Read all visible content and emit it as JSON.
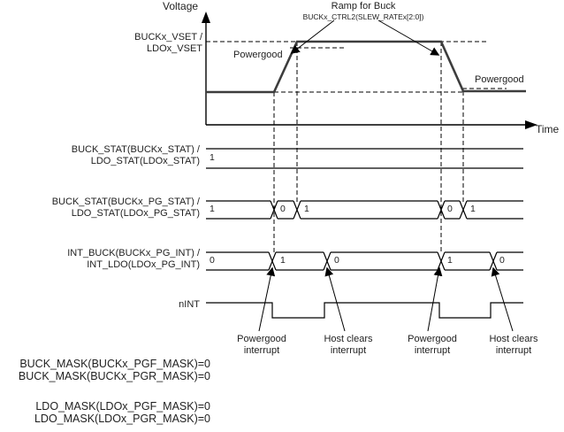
{
  "axes": {
    "y_label": "Voltage",
    "x_label": "Time"
  },
  "waveform": {
    "vset_label": [
      "BUCKx_VSET /",
      "LDOx_VSET"
    ],
    "ramp_label": [
      "Ramp for Buck",
      "BUCKx_CTRL2(SLEW_RATEx[2:0])"
    ],
    "powergood_rise": "Powergood",
    "powergood_fall": "Powergood"
  },
  "signals": [
    {
      "name": [
        "BUCK_STAT(BUCKx_STAT) /",
        "LDO_STAT(LDOx_STAT)"
      ],
      "values": [
        "1"
      ]
    },
    {
      "name": [
        "BUCK_STAT(BUCKx_PG_STAT) /",
        "LDO_STAT(LDOx_PG_STAT)"
      ],
      "values": [
        "1",
        "0",
        "1",
        "0",
        "1"
      ]
    },
    {
      "name": [
        "INT_BUCK(BUCKx_PG_INT) /",
        "INT_LDO(LDOx_PG_INT)"
      ],
      "values": [
        "0",
        "1",
        "0",
        "1",
        "0"
      ]
    }
  ],
  "nint": {
    "label": "nINT"
  },
  "annotations": [
    {
      "l1": "Powergood",
      "l2": "interrupt"
    },
    {
      "l1": "Host clears",
      "l2": "interrupt"
    },
    {
      "l1": "Powergood",
      "l2": "interrupt"
    },
    {
      "l1": "Host clears",
      "l2": "interrupt"
    }
  ],
  "masks": [
    "BUCK_MASK(BUCKx_PGF_MASK)=0",
    "BUCK_MASK(BUCKx_PGR_MASK)=0",
    "LDO_MASK(LDOx_PGF_MASK)=0",
    "LDO_MASK(LDOx_PGR_MASK)=0"
  ],
  "colors": {
    "line": "#000000",
    "wave": "#3d3d3d",
    "text": "#1f1f1f",
    "background": "#ffffff"
  }
}
